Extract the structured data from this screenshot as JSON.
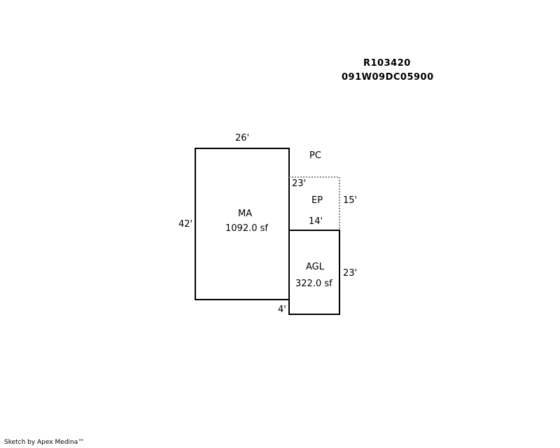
{
  "header": {
    "parcel_id": "R103420",
    "map_number": "091W09DC05900"
  },
  "areas": {
    "main": {
      "code": "MA",
      "area": "1092.0 sf"
    },
    "porch_covered": {
      "code": "PC"
    },
    "enclosed_porch": {
      "code": "EP"
    },
    "garage": {
      "code": "AGL",
      "area": "322.0 sf"
    }
  },
  "dimensions": {
    "ma_top": "26'",
    "ma_left": "42'",
    "ep_left": "23'",
    "ep_right": "15'",
    "ep_bottom": "14'",
    "agl_right": "23'",
    "agl_offset": "4'"
  },
  "footer": {
    "credit": "Sketch by Apex Medina™"
  },
  "colors": {
    "line": "#000000",
    "dotted_line": "#888888",
    "background": "#ffffff"
  }
}
